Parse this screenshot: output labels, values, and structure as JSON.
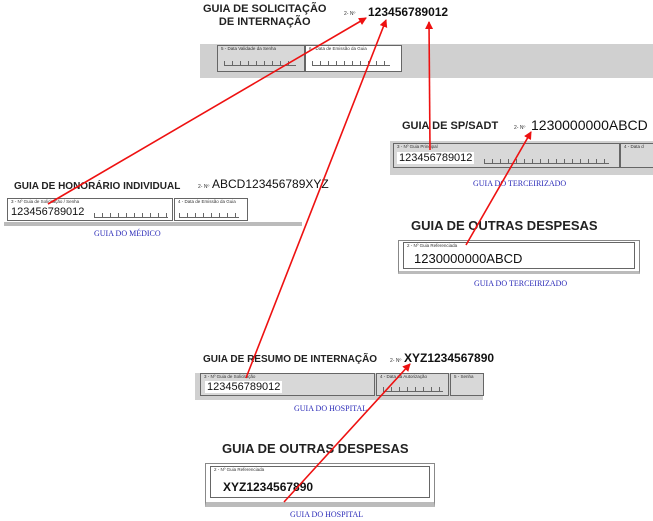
{
  "solicitacao": {
    "title_line1": "GUIA DE SOLICITAÇÃO",
    "title_line2": "DE INTERNAÇÃO",
    "num_label": "2- Nº",
    "number": "123456789012",
    "field5": "5 - Data Validade da Senha",
    "field6": "6 - Data de Emissão da Guia"
  },
  "sadt": {
    "title": "GUIA DE SP/SADT",
    "num_label": "2- Nº",
    "number": "1230000000ABCD",
    "field3": "3 - Nº Guia Principal",
    "field3_value": "123456789012",
    "field4": "4 - Data d",
    "caption": "GUIA DO TERCEIRIZADO"
  },
  "honorario": {
    "title": "GUIA DE HONORÁRIO INDIVIDUAL",
    "num_label": "2- Nº",
    "number": "ABCD123456789XYZ",
    "field1": "3 - Nº Guia de Solicitação / Senha",
    "field1_value": "123456789012",
    "field2": "4 - Data de Emissão da Guia",
    "caption": "GUIA DO MÉDICO"
  },
  "outras_terc": {
    "title": "GUIA DE OUTRAS DESPESAS",
    "field": "2 - Nº Guia Referenciada",
    "value": "1230000000ABCD",
    "caption": "GUIA DO TERCEIRIZADO"
  },
  "resumo": {
    "title": "GUIA DE RESUMO DE INTERNAÇÃO",
    "num_label": "2- Nº",
    "number": "XYZ1234567890",
    "field3": "3 - Nº Guia de Solicitação",
    "field3_value": "123456789012",
    "field4": "4 - Data da Autorização",
    "field5": "5 - Senha",
    "caption": "GUIA DO HOSPITAL"
  },
  "outras_hosp": {
    "title": "GUIA DE OUTRAS DESPESAS",
    "field": "2 - Nº Guia Referenciada",
    "value": "XYZ1234567890",
    "caption": "GUIA DO HOSPITAL"
  },
  "arrow_color": "#ee1111"
}
